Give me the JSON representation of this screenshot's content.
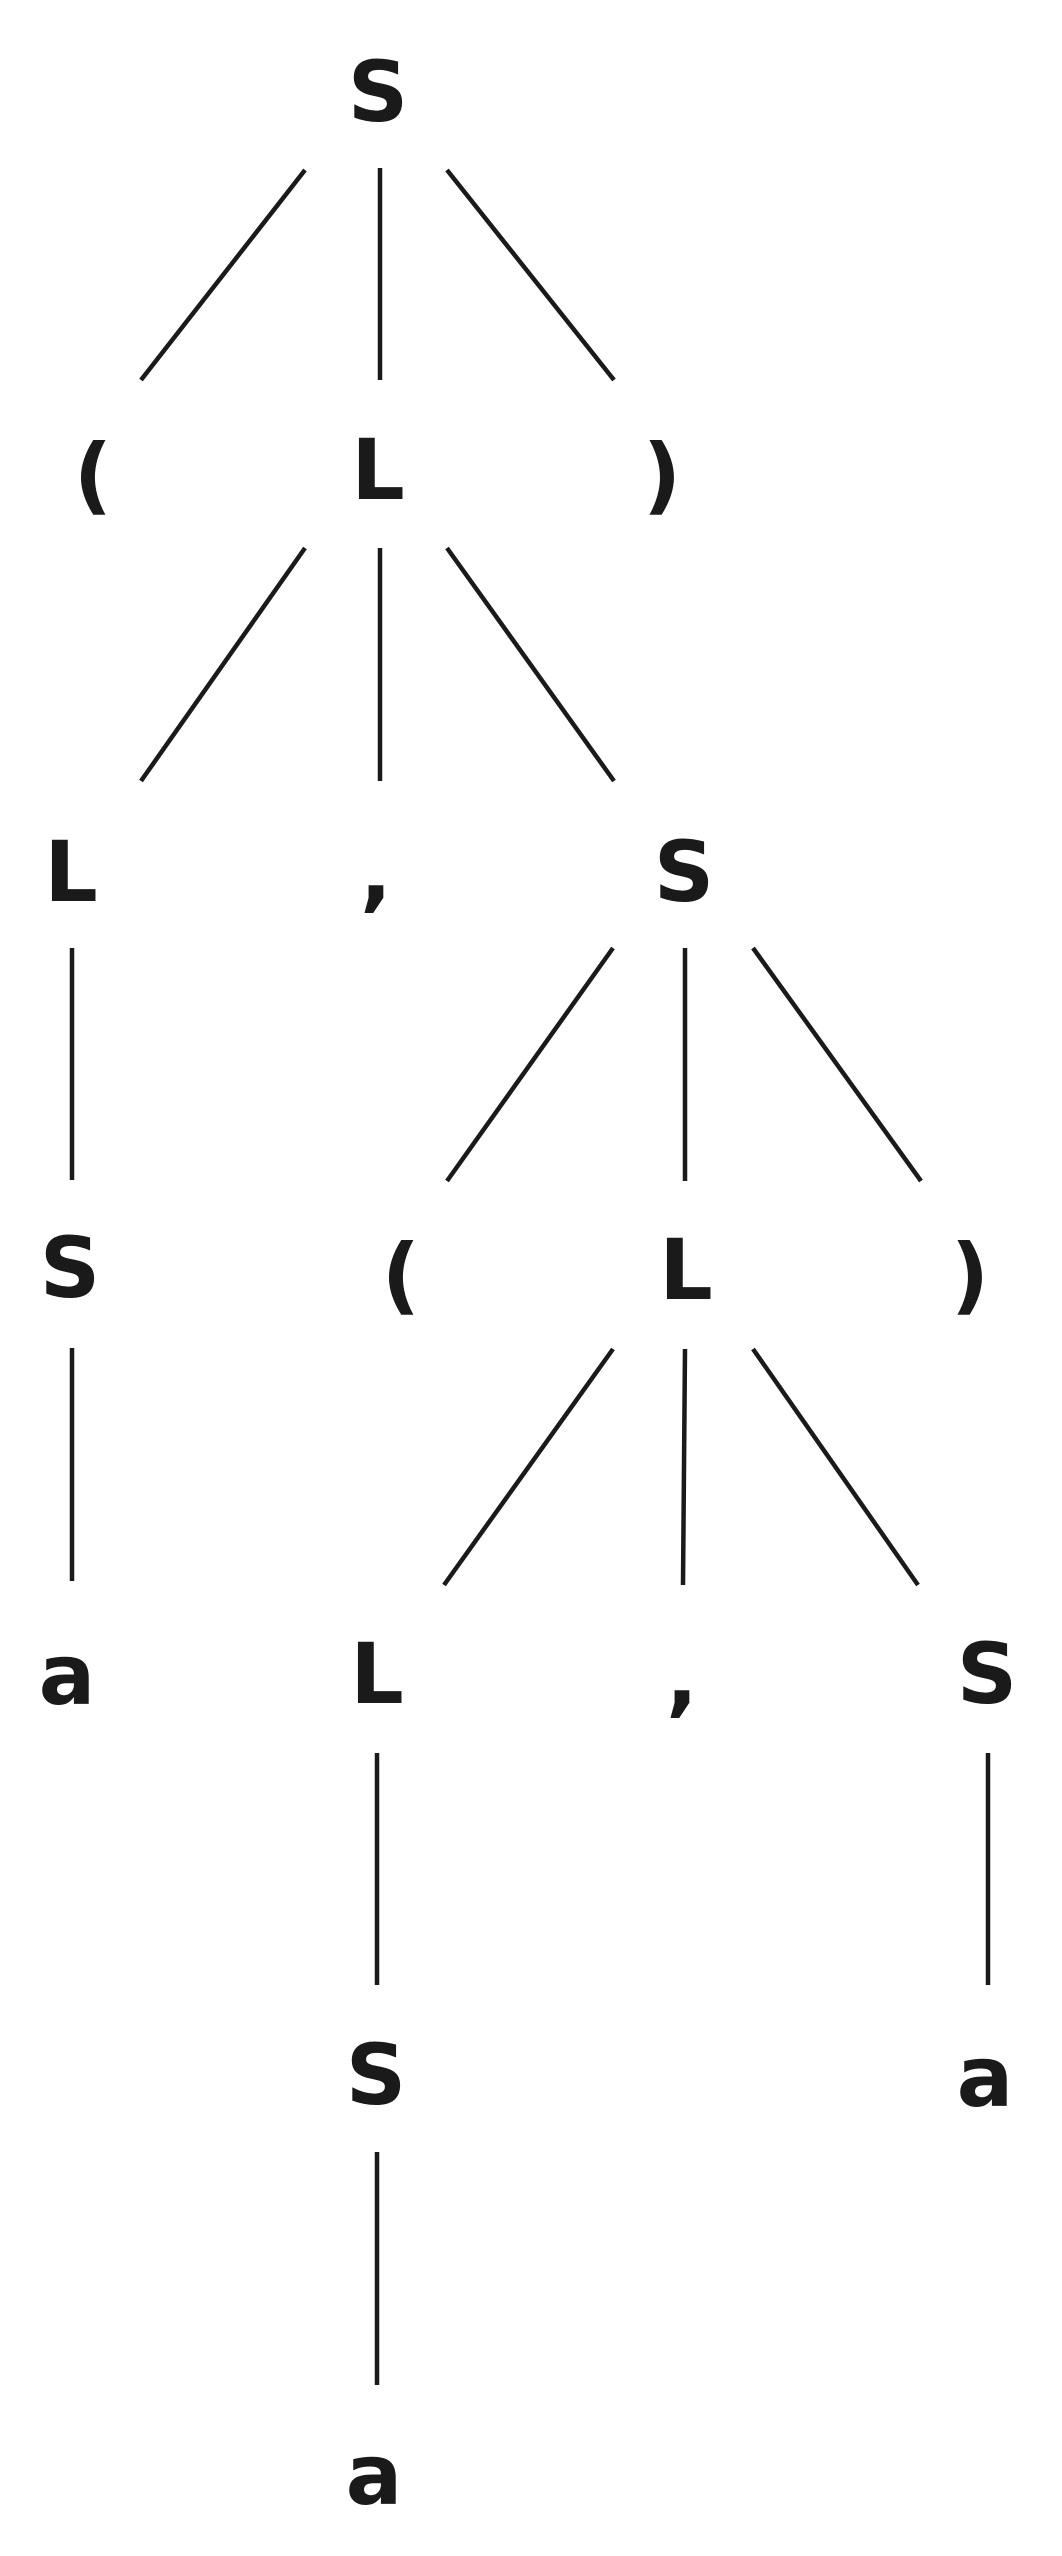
{
  "colors": {
    "ink": "#1a1a1a",
    "background": "#ffffff"
  },
  "tree": {
    "nodes": [
      {
        "id": "n0",
        "label": "S"
      },
      {
        "id": "n1",
        "label": "("
      },
      {
        "id": "n2",
        "label": "L"
      },
      {
        "id": "n3",
        "label": ")"
      },
      {
        "id": "n4",
        "label": "L"
      },
      {
        "id": "n5",
        "label": ","
      },
      {
        "id": "n6",
        "label": "S"
      },
      {
        "id": "n7",
        "label": "S"
      },
      {
        "id": "n8",
        "label": "("
      },
      {
        "id": "n9",
        "label": "L"
      },
      {
        "id": "n10",
        "label": ")"
      },
      {
        "id": "n11",
        "label": "a"
      },
      {
        "id": "n12",
        "label": "L"
      },
      {
        "id": "n13",
        "label": ","
      },
      {
        "id": "n14",
        "label": "S"
      },
      {
        "id": "n15",
        "label": "S"
      },
      {
        "id": "n16",
        "label": "a"
      },
      {
        "id": "n17",
        "label": "a"
      }
    ],
    "edges": [
      [
        "n0",
        "n1"
      ],
      [
        "n0",
        "n2"
      ],
      [
        "n0",
        "n3"
      ],
      [
        "n2",
        "n4"
      ],
      [
        "n2",
        "n5"
      ],
      [
        "n2",
        "n6"
      ],
      [
        "n4",
        "n7"
      ],
      [
        "n6",
        "n8"
      ],
      [
        "n6",
        "n9"
      ],
      [
        "n6",
        "n10"
      ],
      [
        "n7",
        "n11"
      ],
      [
        "n9",
        "n12"
      ],
      [
        "n9",
        "n13"
      ],
      [
        "n9",
        "n14"
      ],
      [
        "n12",
        "n15"
      ],
      [
        "n14",
        "n16"
      ],
      [
        "n15",
        "n17"
      ]
    ]
  }
}
